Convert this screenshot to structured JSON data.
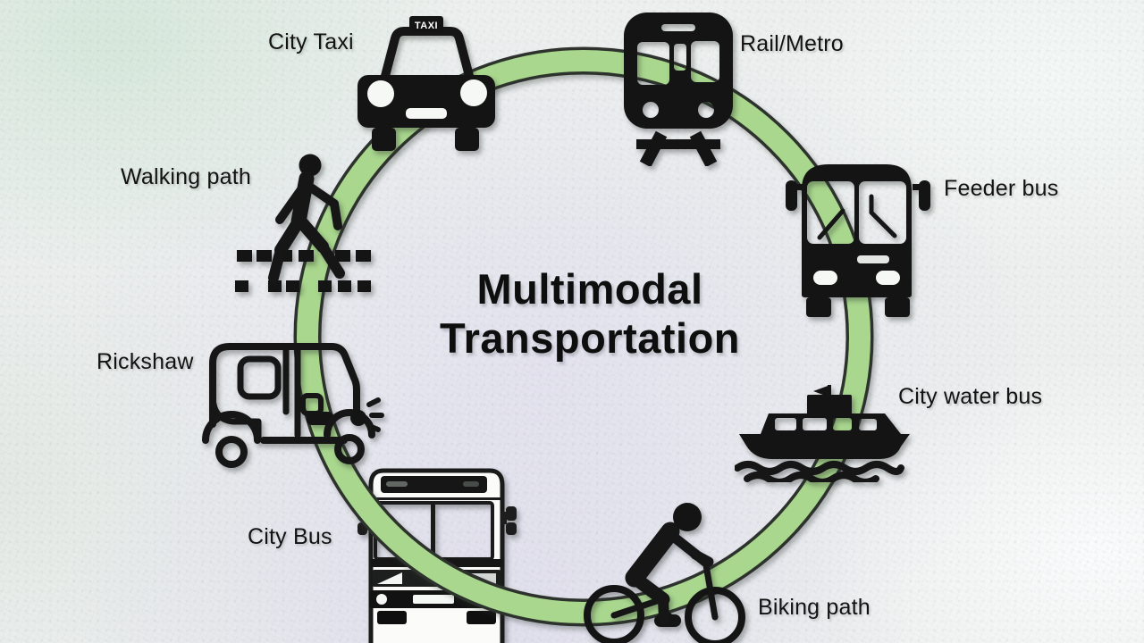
{
  "title": {
    "line1": "Multimodal",
    "line2": "Transportation"
  },
  "modes": [
    {
      "id": "city-taxi",
      "label": "City Taxi"
    },
    {
      "id": "rail-metro",
      "label": "Rail/Metro"
    },
    {
      "id": "feeder-bus",
      "label": "Feeder bus"
    },
    {
      "id": "city-water-bus",
      "label": "City water bus"
    },
    {
      "id": "biking-path",
      "label": "Biking path"
    },
    {
      "id": "city-bus",
      "label": "City Bus"
    },
    {
      "id": "rickshaw",
      "label": "Rickshaw"
    },
    {
      "id": "walking-path",
      "label": "Walking path"
    }
  ],
  "icons": {
    "taxi_sign_text": "TAXI",
    "list": [
      "taxi-icon",
      "train-icon",
      "bus-front-icon",
      "ferry-icon",
      "cyclist-icon",
      "city-bus-icon",
      "rickshaw-icon",
      "pedestrian-icon"
    ]
  },
  "colors": {
    "ring_green": "#a9d78e",
    "ring_edge": "#2d332c",
    "icon_black": "#141414",
    "background": "#edf0ef",
    "text": "#121212"
  }
}
